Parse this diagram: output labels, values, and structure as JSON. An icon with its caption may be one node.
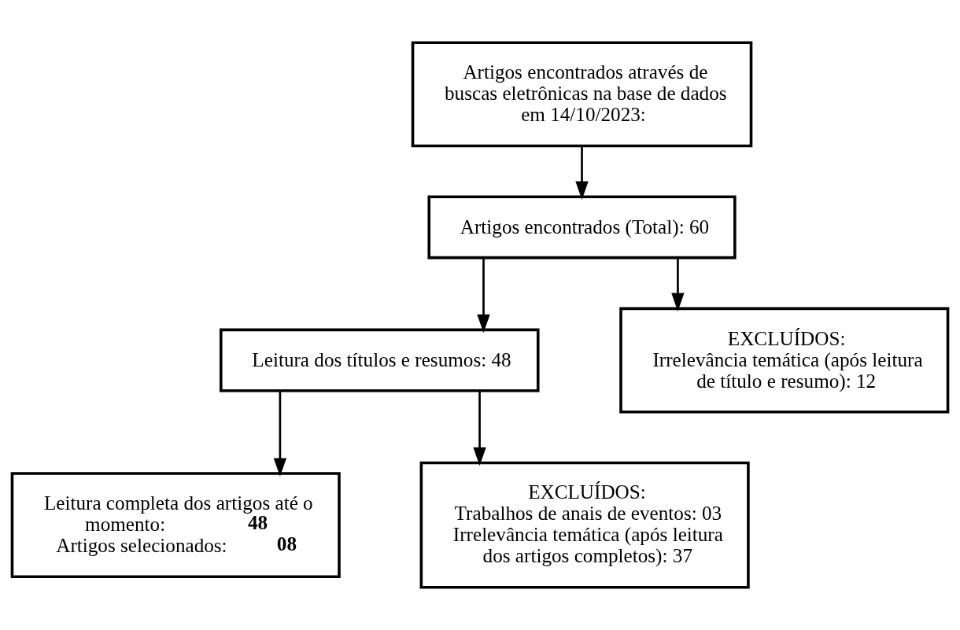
{
  "diagram": {
    "nodes": [
      {
        "text": [
          "Artigos encontrados através de buscas eletrônicas na base de dados em 14/10/2023:"
        ]
      },
      {
        "text": [
          "Artigos encontrados (Total): 60"
        ]
      },
      {
        "text": [
          "EXCLUÍDOS:",
          "Irrelevância temática (após leitura de título e resumo): 12"
        ]
      },
      {
        "text": [
          "Leitura dos títulos e resumos: 48"
        ]
      },
      {
        "text": [
          "EXCLUÍDOS:",
          "Trabalhos de anais de eventos: 03",
          "Irrelevância temática (após leitura dos artigos completos): 37"
        ]
      },
      {
        "text": [
          "Leitura completa dos artigos até o momento:**48**",
          "Artigos selecionados: **08**"
        ]
      }
    ],
    "edges": [
      {
        "from": 0,
        "to": 1,
        "arrow": "to"
      },
      {
        "from": 1,
        "to": 3,
        "arrow": "to"
      },
      {
        "from": 1,
        "to": 2,
        "arrow": "to"
      },
      {
        "from": 3,
        "to": 5,
        "arrow": "to"
      },
      {
        "from": 3,
        "to": 4,
        "arrow": "to"
      }
    ]
  }
}
